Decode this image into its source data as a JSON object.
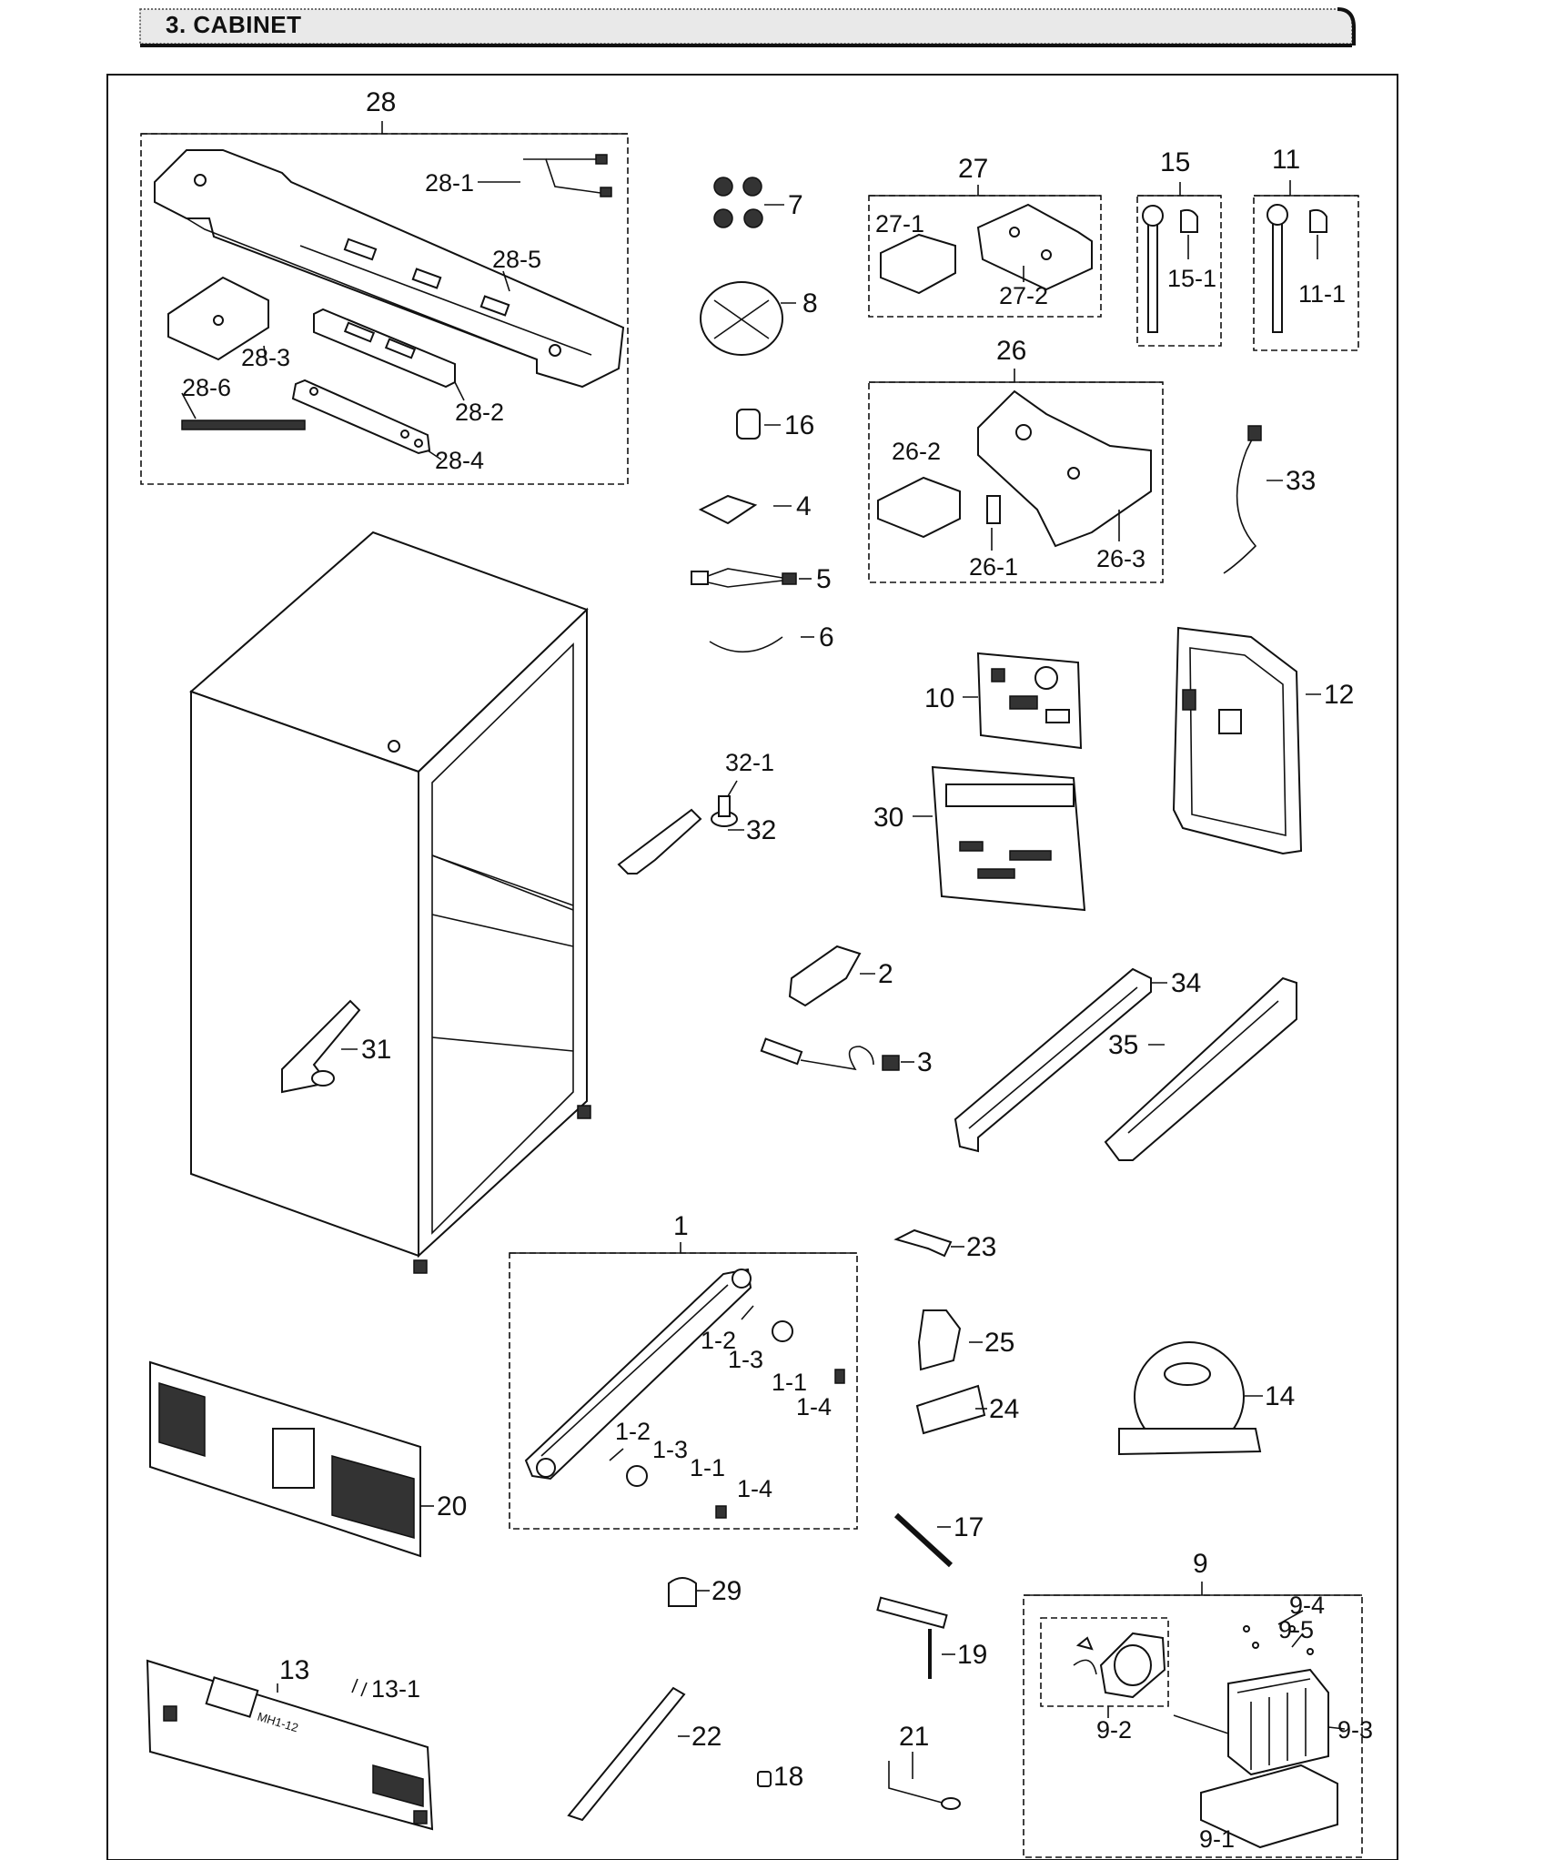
{
  "header": {
    "title": "3. CABINET"
  },
  "labels": {
    "p1": "1",
    "p1_1a": "1-1",
    "p1_1b": "1-1",
    "p1_2a": "1-2",
    "p1_2b": "1-2",
    "p1_3a": "1-3",
    "p1_3b": "1-3",
    "p1_4a": "1-4",
    "p1_4b": "1-4",
    "p2": "2",
    "p3": "3",
    "p4": "4",
    "p5": "5",
    "p6": "6",
    "p7": "7",
    "p8": "8",
    "p9": "9",
    "p9_1": "9-1",
    "p9_2": "9-2",
    "p9_3": "9-3",
    "p9_4": "9-4",
    "p9_5": "9-5",
    "p10": "10",
    "p11": "11",
    "p11_1": "11-1",
    "p12": "12",
    "p13": "13",
    "p13_1": "13-1",
    "p14": "14",
    "p15": "15",
    "p15_1": "15-1",
    "p16": "16",
    "p17": "17",
    "p18": "18",
    "p19": "19",
    "p20": "20",
    "p21": "21",
    "p22": "22",
    "p23": "23",
    "p24": "24",
    "p25": "25",
    "p26": "26",
    "p26_1": "26-1",
    "p26_2": "26-2",
    "p26_3": "26-3",
    "p27": "27",
    "p27_1": "27-1",
    "p27_2": "27-2",
    "p28": "28",
    "p28_1": "28-1",
    "p28_2": "28-2",
    "p28_3": "28-3",
    "p28_4": "28-4",
    "p28_5": "28-5",
    "p28_6": "28-6",
    "p29": "29",
    "p30": "30",
    "p31": "31",
    "p32": "32",
    "p32_1": "32-1",
    "p33": "33",
    "p34": "34",
    "p35": "35"
  },
  "decor": {
    "cover13_marking": "MH1-12"
  }
}
